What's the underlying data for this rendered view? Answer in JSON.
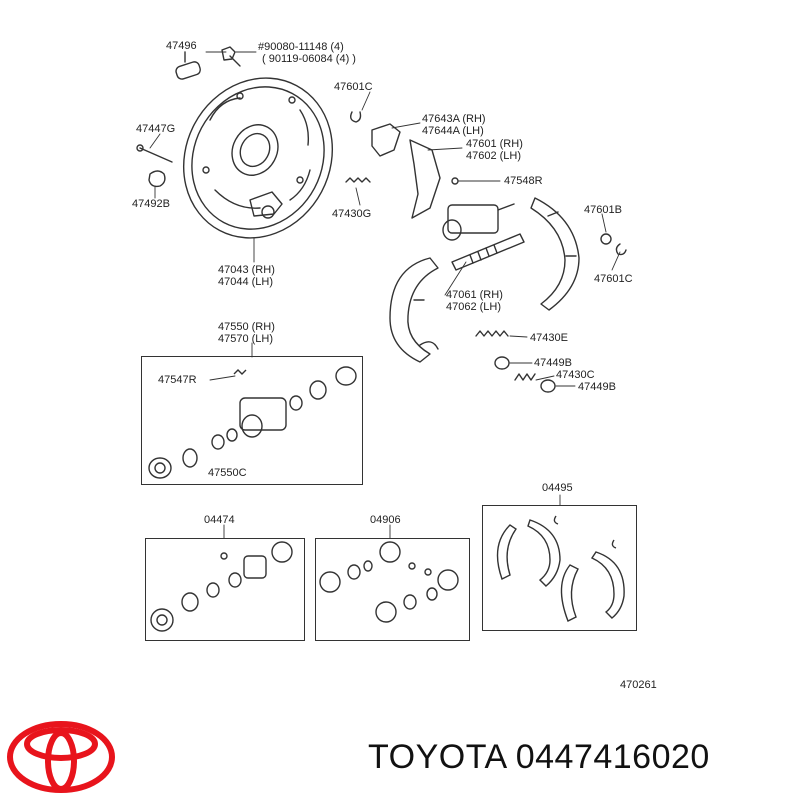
{
  "labels": {
    "p47496": "47496",
    "bolt1": "#90080-11148 (4)",
    "bolt2": "( 90119-06084 (4) )",
    "p47601c_top": "47601C",
    "p47447g": "47447G",
    "p47643a": "47643A (RH)",
    "p47644a": "47644A (LH)",
    "p47601": "47601 (RH)",
    "p47602": "47602 (LH)",
    "p47548r": "47548R",
    "p47492b": "47492B",
    "p47430g": "47430G",
    "p47601b": "47601B",
    "p47043": "47043 (RH)",
    "p47044": "47044 (LH)",
    "p47601c_right": "47601C",
    "p47061": "47061 (RH)",
    "p47062": "47062 (LH)",
    "p47550": "47550 (RH)",
    "p47570": "47570 (LH)",
    "p47430e": "47430E",
    "p47547r": "47547R",
    "p47449b_1": "47449B",
    "p47430c": "47430C",
    "p47449b_2": "47449B",
    "p47550c": "47550C",
    "kit04474": "04474",
    "kit04906": "04906",
    "kit04495": "04495",
    "ref": "470261"
  },
  "brand": {
    "text": "TOYOTA 0447416020",
    "logo_color": "#e8141c"
  }
}
